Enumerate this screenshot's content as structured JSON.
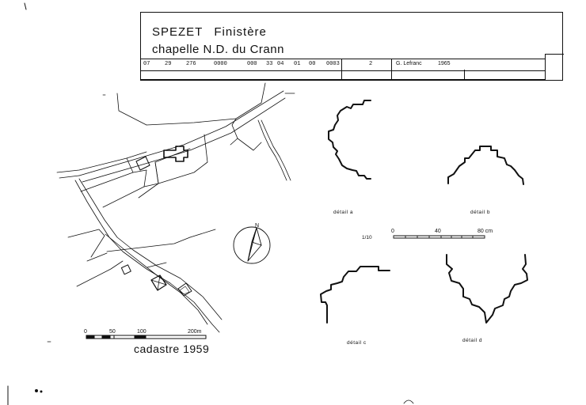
{
  "title": {
    "commune": "SPEZET",
    "departement": "Finistère",
    "edifice": "chapelle N.D. du Crann"
  },
  "codes": [
    "07",
    "29",
    "276",
    "0000",
    "000",
    "33",
    "04",
    "01",
    "00",
    "0003",
    "2"
  ],
  "author": "G. Lefranc",
  "year": "1965",
  "cadastre": {
    "label": "cadastre 1959",
    "scale_ticks": [
      "0",
      "50",
      "100",
      "200m"
    ]
  },
  "details": {
    "scale_ratio": "1/10",
    "scale_ticks": [
      "0",
      "40",
      "80 cm"
    ],
    "labels": [
      "détail a",
      "détail b",
      "détail c",
      "détail d"
    ]
  },
  "compass": {
    "north_label": "N"
  }
}
